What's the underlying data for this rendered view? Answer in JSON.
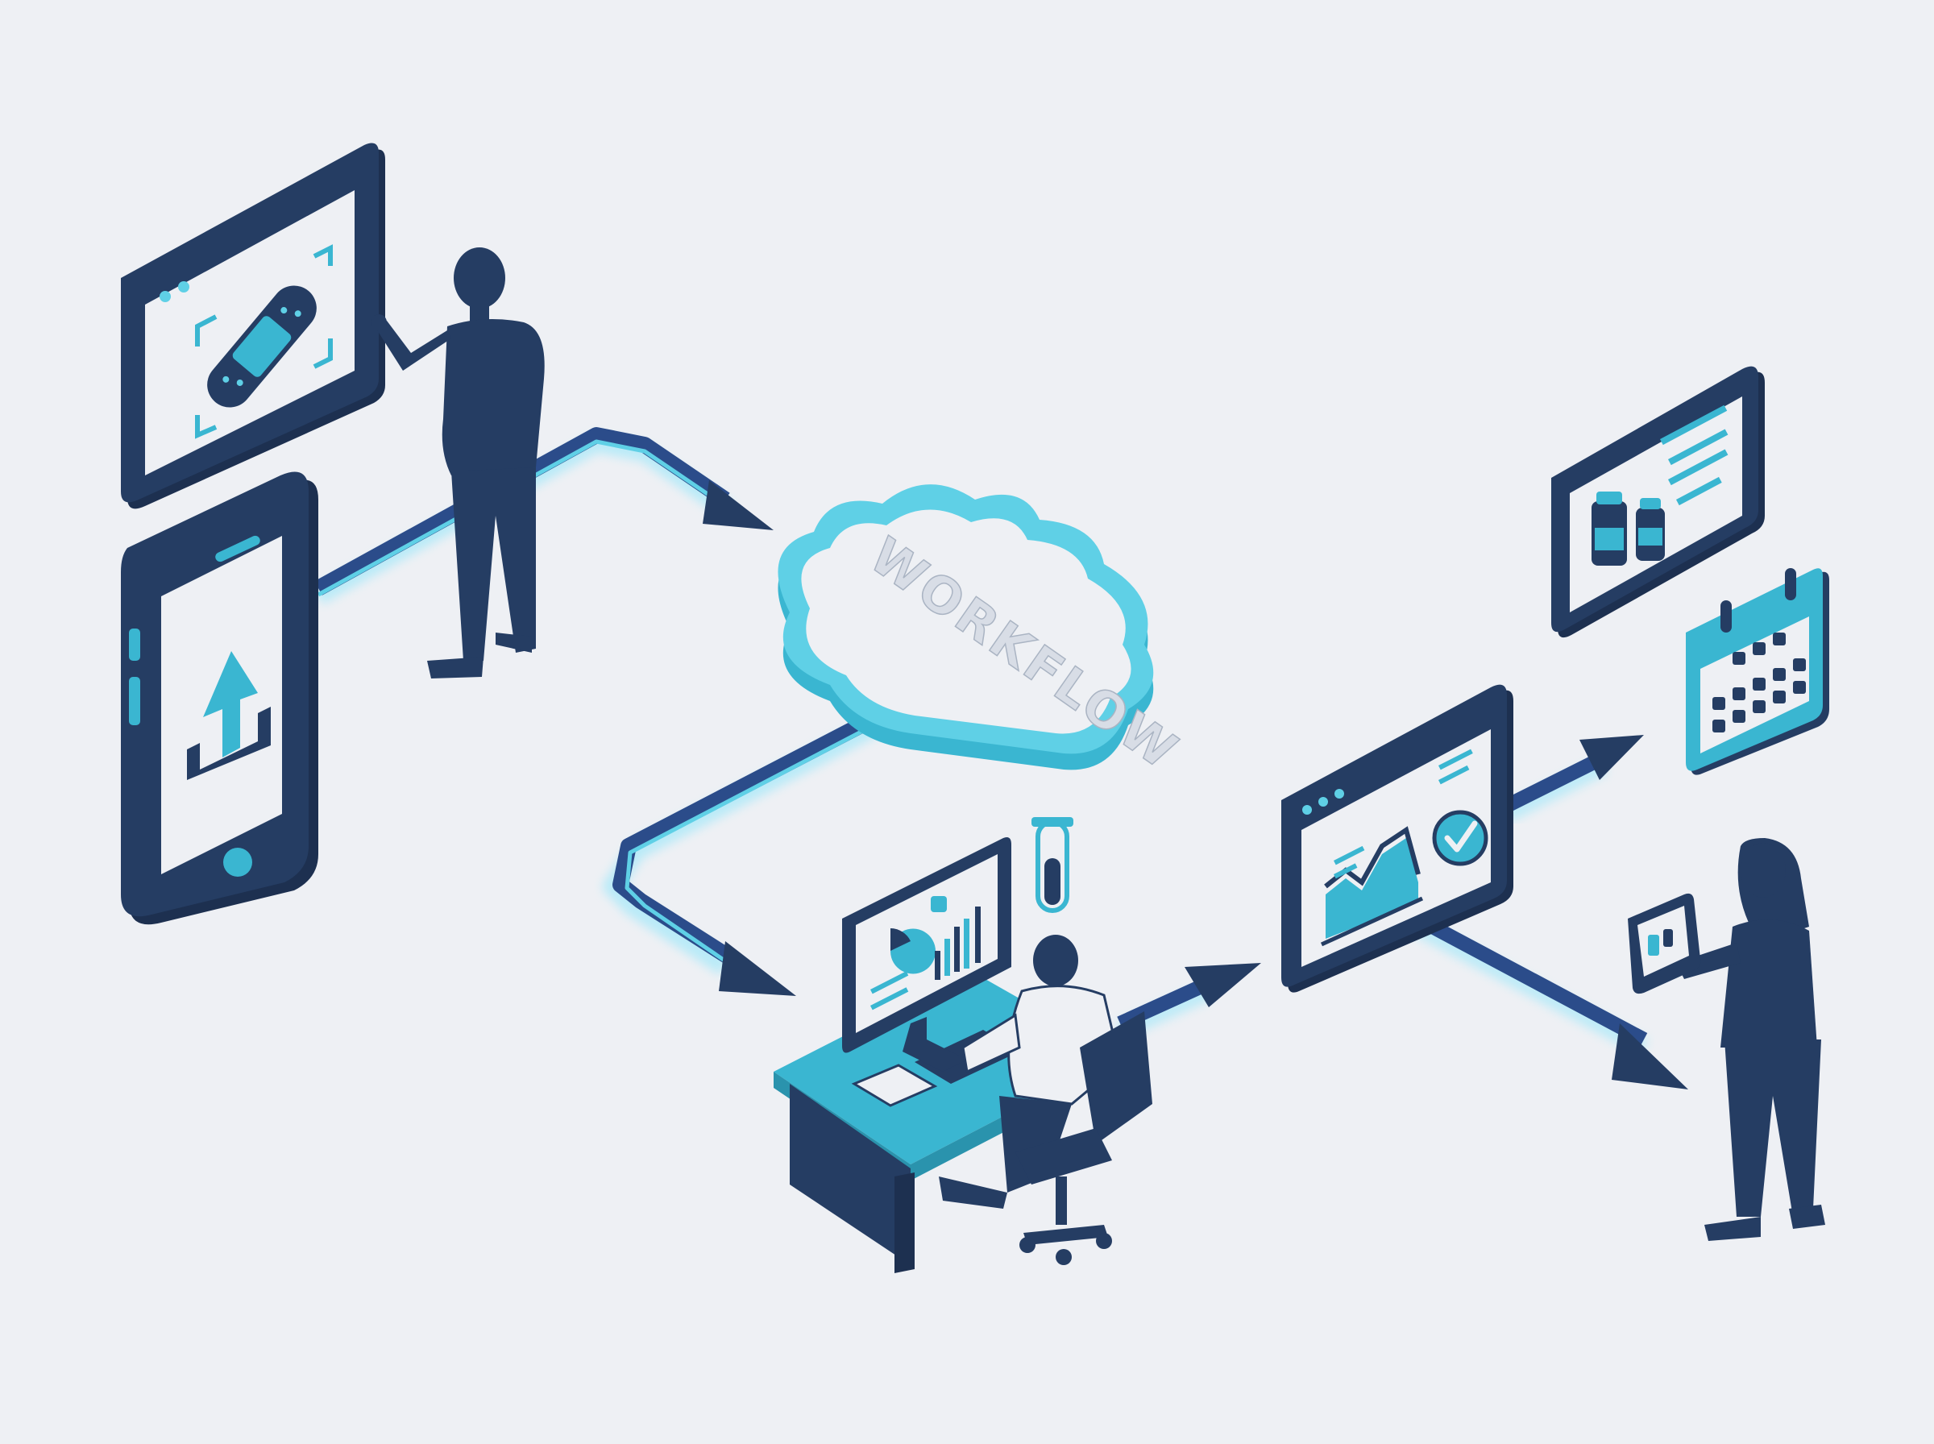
{
  "diagram": {
    "center_label": "WORKFLOW"
  },
  "nodes": [
    {
      "id": "wound-scan-screen",
      "kind": "screen",
      "icon": "bandage-icon"
    },
    {
      "id": "photo-upload-phone",
      "kind": "phone",
      "icon": "upload-icon"
    },
    {
      "id": "clinician-standing",
      "kind": "person"
    },
    {
      "id": "workflow-cloud",
      "kind": "cloud"
    },
    {
      "id": "analyst-workstation",
      "kind": "desk",
      "icon": "dashboard-icon"
    },
    {
      "id": "test-tube",
      "kind": "icon",
      "icon": "test-tube-icon"
    },
    {
      "id": "results-screen",
      "kind": "screen",
      "icon": "approved-chart-icon"
    },
    {
      "id": "medication-screen",
      "kind": "screen",
      "icon": "pill-bottles-icon"
    },
    {
      "id": "calendar",
      "kind": "icon",
      "icon": "calendar-icon"
    },
    {
      "id": "patient-with-tablet",
      "kind": "person"
    }
  ],
  "flow": [
    {
      "from": "photo-upload-phone",
      "to": "workflow-cloud"
    },
    {
      "from": "workflow-cloud",
      "to": "analyst-workstation"
    },
    {
      "from": "analyst-workstation",
      "to": "results-screen"
    },
    {
      "from": "results-screen",
      "to": "calendar"
    },
    {
      "from": "results-screen",
      "to": "patient-with-tablet"
    }
  ],
  "colors": {
    "navy": "#253d63",
    "navy_dark": "#1d3050",
    "teal": "#3ab6d1",
    "teal_light": "#5fd0e6",
    "glow": "#8fe6fb",
    "panel": "#eef0f4",
    "background": "#eef0f4"
  }
}
